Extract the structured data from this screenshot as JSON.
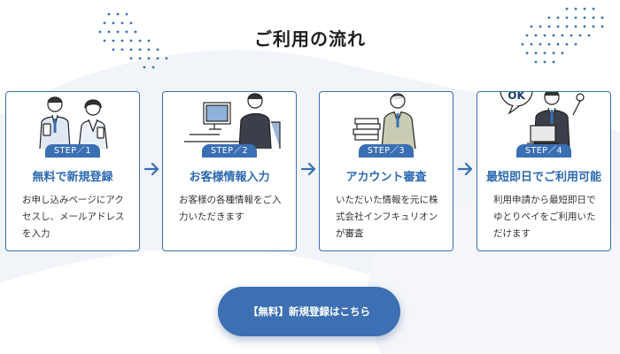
{
  "section": {
    "title": "ご利用の流れ"
  },
  "steps": [
    {
      "badge": "STEP／1",
      "title": "無料で新規登録",
      "desc": "お申し込みページにアクセスし、メールアドレスを入力"
    },
    {
      "badge": "STEP／2",
      "title": "お客様情報入力",
      "desc": "お客様の各種情報をご入力いただきます"
    },
    {
      "badge": "STEP／3",
      "title": "アカウント審査",
      "desc": "いただいた情報を元に株式会社インフキュリオンが審査"
    },
    {
      "badge": "STEP／4",
      "title": "最短即日でご利用可能",
      "desc": "利用申請から最短即日でゆとりペイをご利用いただけます"
    }
  ],
  "illustration_text": {
    "ok_bubble": "OK"
  },
  "cta": {
    "label": "【無料】新規登録はこちら"
  },
  "colors": {
    "accent": "#3a6fb4",
    "title_blue": "#2d6ab1",
    "button": "#3d6fb3",
    "bg_blob": "#eef2f7"
  }
}
